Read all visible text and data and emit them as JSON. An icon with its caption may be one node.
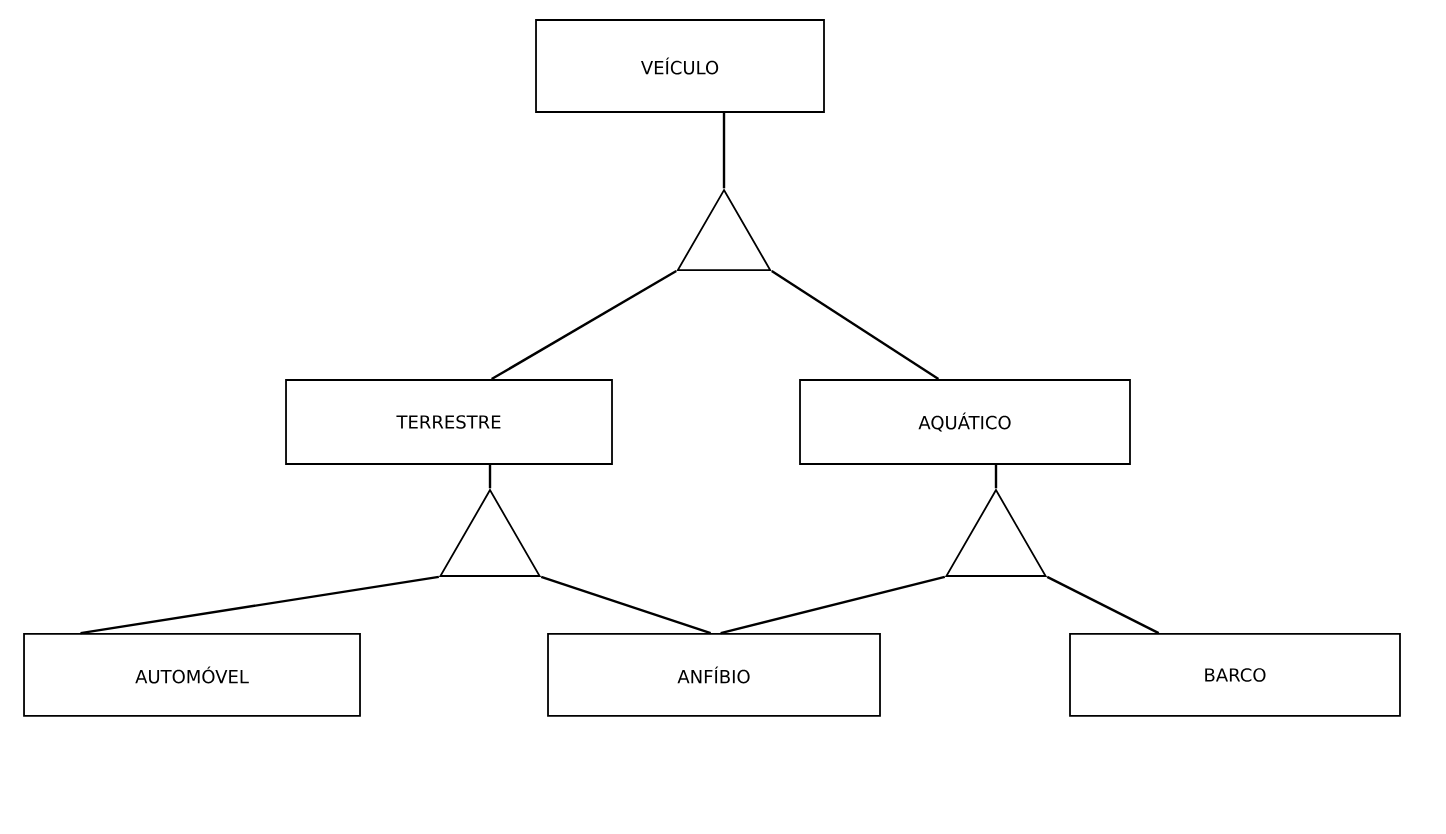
{
  "diagram": {
    "nodes": [
      {
        "text": [
          "VEÍCULO"
        ]
      },
      {
        "text": [],
        "shape": "triangle"
      },
      {
        "text": [
          "TERRESTRE"
        ]
      },
      {
        "text": [
          "AQUÁTICO"
        ]
      },
      {
        "text": [],
        "shape": "triangle"
      },
      {
        "text": [],
        "shape": "triangle"
      },
      {
        "text": [
          "AUTOMÓVEL"
        ]
      },
      {
        "text": [
          "ANFÍBIO"
        ]
      },
      {
        "text": [
          "BARCO"
        ]
      }
    ],
    "edges": [
      {
        "from": 0,
        "to": 1,
        "arrow": "none"
      },
      {
        "from": 1,
        "to": 2,
        "arrow": "none"
      },
      {
        "from": 1,
        "to": 3,
        "arrow": "none"
      },
      {
        "from": 2,
        "to": 4,
        "arrow": "none"
      },
      {
        "from": 4,
        "to": 6,
        "arrow": "none"
      },
      {
        "from": 4,
        "to": 7,
        "arrow": "none"
      },
      {
        "from": 3,
        "to": 5,
        "arrow": "none"
      },
      {
        "from": 5,
        "to": 7,
        "arrow": "none"
      },
      {
        "from": 5,
        "to": 8,
        "arrow": "none"
      }
    ]
  }
}
